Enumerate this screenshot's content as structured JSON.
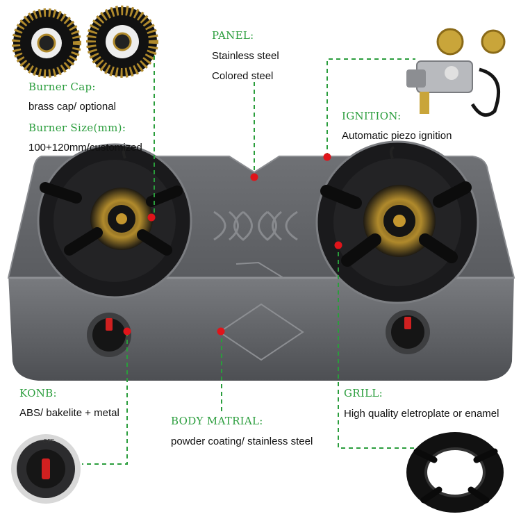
{
  "burner_cap": {
    "label": "Burner Cap:",
    "value": "brass cap/ optional"
  },
  "burner_size": {
    "label": "Burner Size(mm):",
    "value": "100+120mm/customized"
  },
  "panel": {
    "label": "PANEL:",
    "values": [
      "Stainless steel",
      "Colored steel"
    ]
  },
  "ignition": {
    "label": "IGNITION:",
    "value": "Automatic piezo ignition"
  },
  "knob": {
    "label": "KONB:",
    "value": "ABS/ bakelite + metal"
  },
  "body_material": {
    "label": "BODY MATRIAL:",
    "value": "powder coating/ stainless steel"
  },
  "grill": {
    "label": "GRILL:",
    "value": "High quality eletroplate or enamel"
  },
  "knob_text": "OFF",
  "colors": {
    "label_green": "#2a9d3c",
    "marker_red": "#e0141a",
    "stove_gray": "#5e6064"
  }
}
